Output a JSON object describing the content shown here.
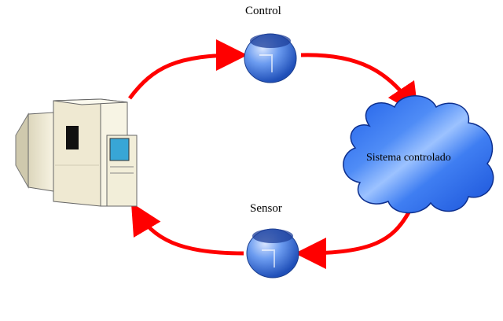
{
  "diagram": {
    "control_label": "Control",
    "sensor_label": "Sensor",
    "system_label": "Sistema controlado"
  },
  "colors": {
    "arrow": "#ff0000",
    "cloud_blue": "#2a6df0",
    "sphere_blue": "#3a72d8",
    "computer_body": "#f3efd9",
    "screen": "#38a6d6"
  },
  "icons": {
    "computer": "computer-icon",
    "controller": "sphere-icon",
    "sensor": "sphere-icon",
    "system": "cloud-icon"
  }
}
